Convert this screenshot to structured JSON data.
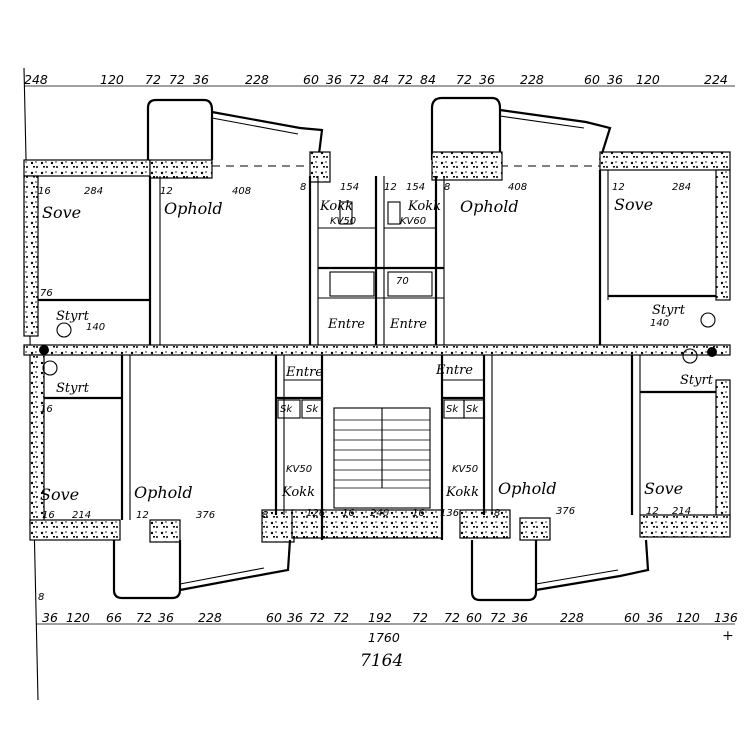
{
  "top_dims": [
    "248",
    "120",
    "72",
    "72",
    "36",
    "228",
    "60",
    "36",
    "72",
    "84",
    "72",
    "84",
    "72",
    "36",
    "228",
    "60",
    "36",
    "120",
    "224"
  ],
  "bottom_dims": [
    "36",
    "120",
    "66",
    "72",
    "36",
    "228",
    "60",
    "36",
    "72",
    "72",
    "192",
    "72",
    "72",
    "60",
    "72",
    "36",
    "228",
    "60",
    "36",
    "120",
    "136"
  ],
  "total_width": "1760",
  "drawing_number": "7164",
  "left_edge_marks": [
    "16",
    "76",
    "16",
    "8"
  ],
  "rooms_upper": {
    "sove_left": "Sove",
    "ophold_left": "Ophold",
    "kokk_left": "Kokk",
    "entre_left": "Entre",
    "entre_right": "Entre",
    "kokk_right": "Kokk",
    "ophold_right": "Ophold",
    "sove_right": "Sove",
    "styrt_left": "Styrt",
    "styrt_right": "Styrt"
  },
  "rooms_lower": {
    "styrt_left": "Styrt",
    "sove_left": "Sove",
    "ophold_left": "Ophold",
    "entre_left": "Entre",
    "kokk_left": "Kokk",
    "sk1": "Sk",
    "sk2": "Sk",
    "sk3": "Sk",
    "sk4": "Sk",
    "entre_right": "Entre",
    "kokk_right": "Kokk",
    "ophold_right": "Ophold",
    "sove_right": "Sove",
    "styrt_right": "Styrt"
  },
  "upper_dims": {
    "d16": "16",
    "d284": "284",
    "d12a": "12",
    "d408a": "408",
    "d8": "8",
    "d154a": "154",
    "d12b": "12",
    "d154b": "154",
    "d8b": "8",
    "d408b": "408",
    "d12c": "12",
    "d284b": "284",
    "d70": "70",
    "kv50a": "KV50",
    "kv60": "KV60",
    "d140a": "140",
    "d140b": "140"
  },
  "lower_dims": {
    "d16a": "16",
    "d214a": "214",
    "d12a": "12",
    "d376a": "376",
    "d8a": "8",
    "d126": "126",
    "d16b": "16",
    "d240": "240",
    "d16c": "16",
    "d136": "136",
    "d8b": "8",
    "d376b": "376",
    "d12b": "12",
    "d214b": "214",
    "kv50b": "KV50",
    "kv50c": "KV50"
  }
}
